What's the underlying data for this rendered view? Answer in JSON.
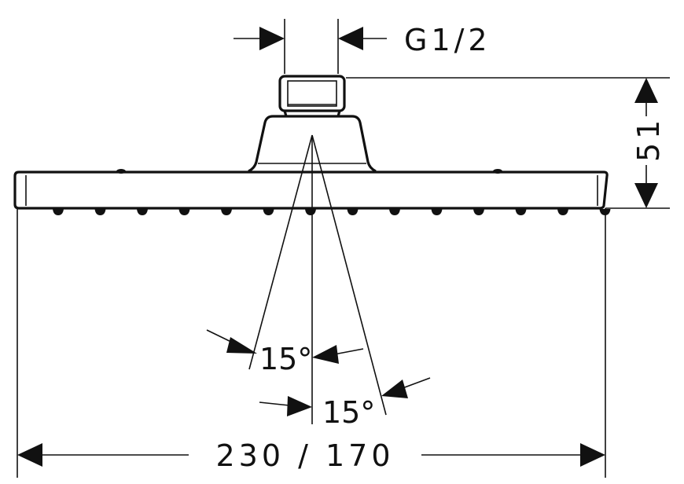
{
  "drawing": {
    "thread_label": "G1/2",
    "height_label": "51",
    "angle_left_label": "15°",
    "angle_right_label": "15°",
    "width_label": "230 / 170"
  },
  "colors": {
    "line": "#111111",
    "background": "#ffffff"
  }
}
